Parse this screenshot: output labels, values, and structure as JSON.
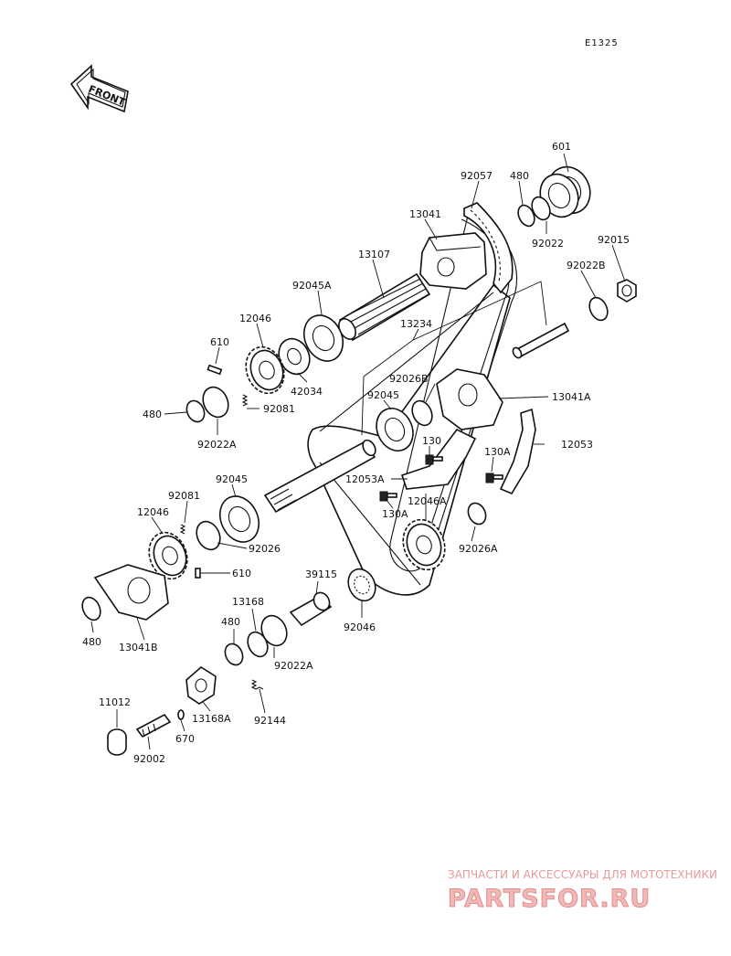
{
  "diagram_code": "E1325",
  "front_arrow_label": "FRONT",
  "watermark": {
    "caption": "ЗАПЧАСТИ И АКСЕССУАРЫ ДЛЯ МОТОТЕХНИКИ",
    "logo": "PARTSFOR.RU"
  },
  "labels": {
    "p601": "601",
    "p92057": "92057",
    "p480_top": "480",
    "p92022": "92022",
    "p13041": "13041",
    "p92015": "92015",
    "p92022B": "92022B",
    "p13107": "13107",
    "p92045A": "92045A",
    "p12046_top": "12046",
    "p13234": "13234",
    "p610_top": "610",
    "p42034": "42034",
    "p92026B": "92026B",
    "p92045_mid": "92045",
    "p13041A": "13041A",
    "p480_left": "480",
    "p92081_top": "92081",
    "p92022A_top": "92022A",
    "p130": "130",
    "p130A_right": "130A",
    "p12053": "12053",
    "p12053A": "12053A",
    "p92045_low": "92045",
    "p12046A": "12046A",
    "p92081_low": "92081",
    "p130A_low": "130A",
    "p12046_low": "12046",
    "p92026": "92026",
    "p92026A": "92026A",
    "p610_low": "610",
    "p39115": "39115",
    "p13168": "13168",
    "p480_low1": "480",
    "p92046": "92046",
    "p480_low2": "480",
    "p13041B": "13041B",
    "p92022A_low": "92022A",
    "p11012": "11012",
    "p13168A": "13168A",
    "p92144": "92144",
    "p670": "670",
    "p92002": "92002"
  }
}
